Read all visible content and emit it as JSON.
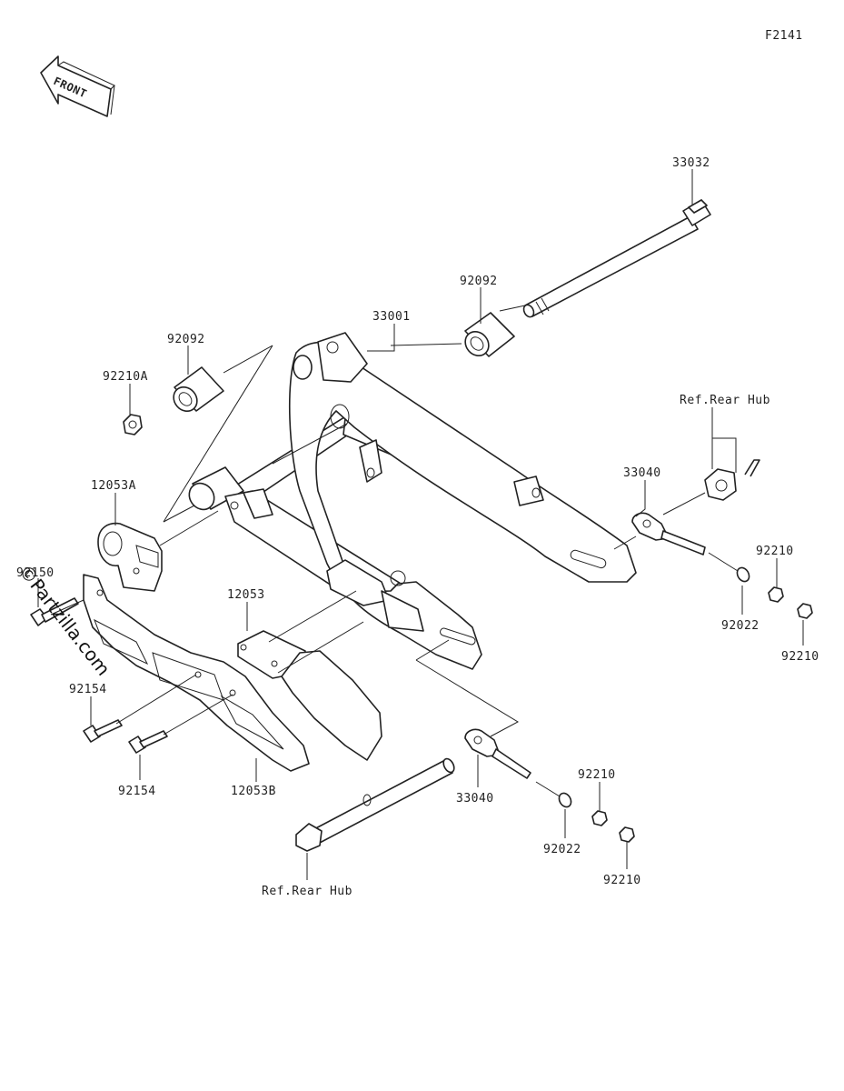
{
  "figure_id": "F2141",
  "front_label": "FRONT",
  "watermark": "©Partzilla.com",
  "ref_labels": {
    "rear_hub_top": "Ref.Rear Hub",
    "rear_hub_bottom": "Ref.Rear Hub"
  },
  "parts": [
    {
      "id": "p33032",
      "number": "33032"
    },
    {
      "id": "p92092a",
      "number": "92092"
    },
    {
      "id": "p33001",
      "number": "33001"
    },
    {
      "id": "p92092b",
      "number": "92092"
    },
    {
      "id": "p92210A",
      "number": "92210A"
    },
    {
      "id": "p12053A",
      "number": "12053A"
    },
    {
      "id": "p33040a",
      "number": "33040"
    },
    {
      "id": "p92210a",
      "number": "92210"
    },
    {
      "id": "p92150",
      "number": "92150"
    },
    {
      "id": "p12053",
      "number": "12053"
    },
    {
      "id": "p92022a",
      "number": "92022"
    },
    {
      "id": "p92210b",
      "number": "92210"
    },
    {
      "id": "p92154a",
      "number": "92154"
    },
    {
      "id": "p92154b",
      "number": "92154"
    },
    {
      "id": "p12053B",
      "number": "12053B"
    },
    {
      "id": "p33040b",
      "number": "33040"
    },
    {
      "id": "p92210c",
      "number": "92210"
    },
    {
      "id": "p92022b",
      "number": "92022"
    },
    {
      "id": "p92210d",
      "number": "92210"
    }
  ],
  "colors": {
    "line": "#222222",
    "background": "#ffffff"
  }
}
